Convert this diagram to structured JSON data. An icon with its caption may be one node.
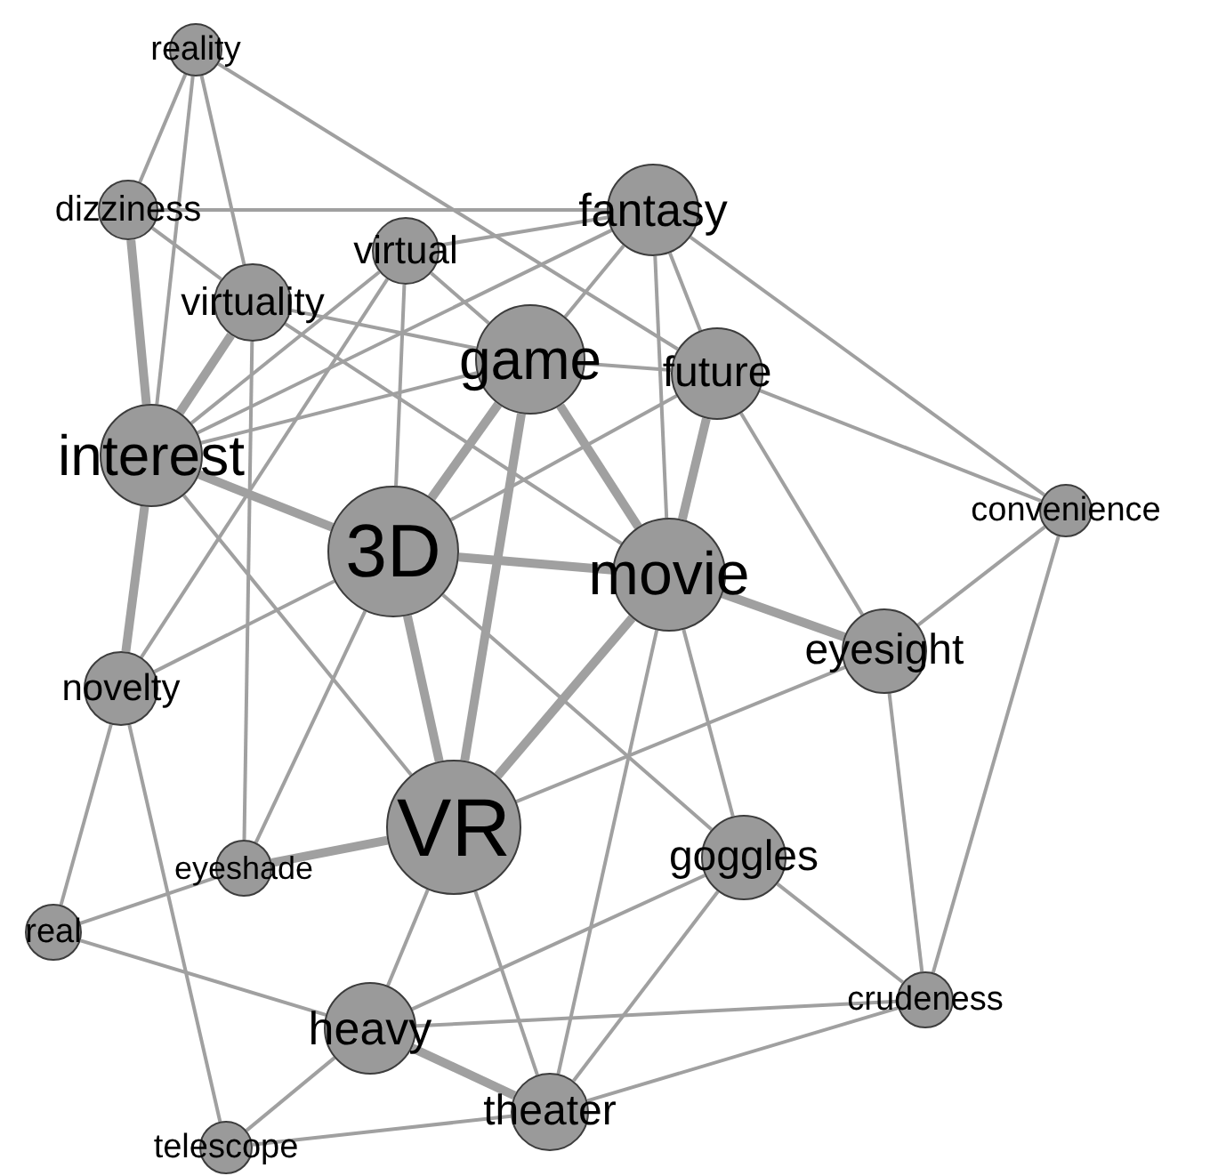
{
  "diagram": {
    "nodes": [
      {
        "text": [
          "reality"
        ]
      },
      {
        "text": [
          "dizziness"
        ]
      },
      {
        "text": [
          "virtual"
        ]
      },
      {
        "text": [
          "fantasy"
        ]
      },
      {
        "text": [
          "virtuality"
        ]
      },
      {
        "text": [
          "game"
        ]
      },
      {
        "text": [
          "future"
        ]
      },
      {
        "text": [
          "interest"
        ]
      },
      {
        "text": [
          "3D"
        ]
      },
      {
        "text": [
          "movie"
        ]
      },
      {
        "text": [
          "convenience"
        ]
      },
      {
        "text": [
          "eyesight"
        ]
      },
      {
        "text": [
          "novelty"
        ]
      },
      {
        "text": [
          "VR"
        ]
      },
      {
        "text": [
          "goggles"
        ]
      },
      {
        "text": [
          "eyeshade"
        ]
      },
      {
        "text": [
          "real"
        ]
      },
      {
        "text": [
          "crudeness"
        ]
      },
      {
        "text": [
          "heavy"
        ]
      },
      {
        "text": [
          "theater"
        ]
      },
      {
        "text": [
          "telescope"
        ]
      }
    ],
    "edges": [
      {
        "from": 0,
        "to": 1,
        "arrow": "none"
      },
      {
        "from": 0,
        "to": 7,
        "arrow": "none"
      },
      {
        "from": 0,
        "to": 4,
        "arrow": "none"
      },
      {
        "from": 0,
        "to": 6,
        "arrow": "none"
      },
      {
        "from": 1,
        "to": 3,
        "arrow": "none"
      },
      {
        "from": 1,
        "to": 7,
        "arrow": "none",
        "style": "thick"
      },
      {
        "from": 1,
        "to": 4,
        "arrow": "none"
      },
      {
        "from": 2,
        "to": 3,
        "arrow": "none"
      },
      {
        "from": 2,
        "to": 5,
        "arrow": "none"
      },
      {
        "from": 2,
        "to": 8,
        "arrow": "none"
      },
      {
        "from": 2,
        "to": 7,
        "arrow": "none"
      },
      {
        "from": 2,
        "to": 12,
        "arrow": "none"
      },
      {
        "from": 3,
        "to": 7,
        "arrow": "none"
      },
      {
        "from": 3,
        "to": 5,
        "arrow": "none"
      },
      {
        "from": 3,
        "to": 6,
        "arrow": "none"
      },
      {
        "from": 3,
        "to": 9,
        "arrow": "none"
      },
      {
        "from": 3,
        "to": 10,
        "arrow": "none"
      },
      {
        "from": 4,
        "to": 7,
        "arrow": "none",
        "style": "thick"
      },
      {
        "from": 4,
        "to": 5,
        "arrow": "none"
      },
      {
        "from": 4,
        "to": 15,
        "arrow": "none"
      },
      {
        "from": 4,
        "to": 9,
        "arrow": "none"
      },
      {
        "from": 5,
        "to": 6,
        "arrow": "none"
      },
      {
        "from": 5,
        "to": 7,
        "arrow": "none"
      },
      {
        "from": 5,
        "to": 8,
        "arrow": "none",
        "style": "thick"
      },
      {
        "from": 5,
        "to": 9,
        "arrow": "none",
        "style": "thick"
      },
      {
        "from": 5,
        "to": 13,
        "arrow": "none",
        "style": "thick"
      },
      {
        "from": 6,
        "to": 8,
        "arrow": "none"
      },
      {
        "from": 6,
        "to": 9,
        "arrow": "none",
        "style": "thick"
      },
      {
        "from": 6,
        "to": 10,
        "arrow": "none"
      },
      {
        "from": 6,
        "to": 11,
        "arrow": "none"
      },
      {
        "from": 7,
        "to": 8,
        "arrow": "none",
        "style": "thick"
      },
      {
        "from": 7,
        "to": 12,
        "arrow": "none",
        "style": "thick"
      },
      {
        "from": 7,
        "to": 13,
        "arrow": "none"
      },
      {
        "from": 8,
        "to": 9,
        "arrow": "none",
        "style": "thick"
      },
      {
        "from": 8,
        "to": 13,
        "arrow": "none",
        "style": "thick"
      },
      {
        "from": 8,
        "to": 15,
        "arrow": "none"
      },
      {
        "from": 8,
        "to": 12,
        "arrow": "none"
      },
      {
        "from": 8,
        "to": 14,
        "arrow": "none"
      },
      {
        "from": 9,
        "to": 11,
        "arrow": "none",
        "style": "thick"
      },
      {
        "from": 9,
        "to": 13,
        "arrow": "none",
        "style": "thick"
      },
      {
        "from": 9,
        "to": 14,
        "arrow": "none"
      },
      {
        "from": 9,
        "to": 19,
        "arrow": "none"
      },
      {
        "from": 10,
        "to": 11,
        "arrow": "none"
      },
      {
        "from": 10,
        "to": 17,
        "arrow": "none"
      },
      {
        "from": 11,
        "to": 13,
        "arrow": "none"
      },
      {
        "from": 11,
        "to": 17,
        "arrow": "none"
      },
      {
        "from": 12,
        "to": 16,
        "arrow": "none"
      },
      {
        "from": 12,
        "to": 20,
        "arrow": "none"
      },
      {
        "from": 13,
        "to": 15,
        "arrow": "none",
        "style": "thick"
      },
      {
        "from": 13,
        "to": 18,
        "arrow": "none"
      },
      {
        "from": 13,
        "to": 19,
        "arrow": "none"
      },
      {
        "from": 14,
        "to": 17,
        "arrow": "none"
      },
      {
        "from": 14,
        "to": 18,
        "arrow": "none"
      },
      {
        "from": 14,
        "to": 19,
        "arrow": "none"
      },
      {
        "from": 15,
        "to": 16,
        "arrow": "none"
      },
      {
        "from": 16,
        "to": 18,
        "arrow": "none"
      },
      {
        "from": 17,
        "to": 18,
        "arrow": "none"
      },
      {
        "from": 17,
        "to": 19,
        "arrow": "none"
      },
      {
        "from": 18,
        "to": 19,
        "arrow": "none",
        "style": "thick"
      },
      {
        "from": 18,
        "to": 20,
        "arrow": "none"
      },
      {
        "from": 19,
        "to": 20,
        "arrow": "none"
      }
    ]
  }
}
